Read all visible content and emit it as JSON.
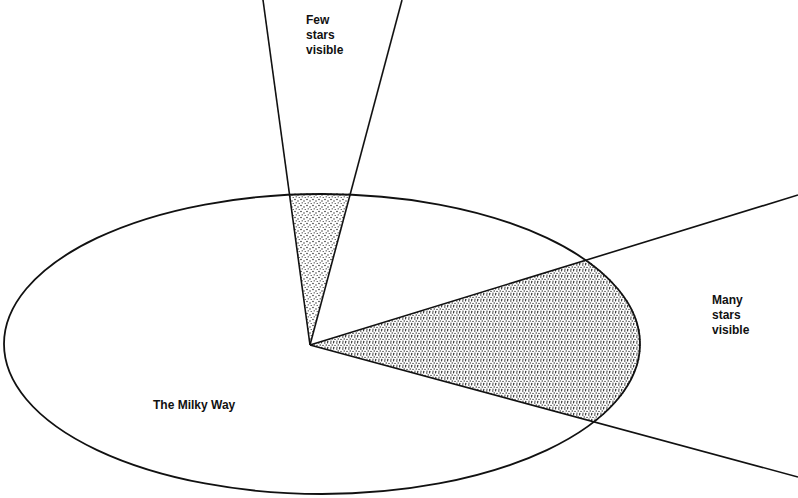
{
  "diagram": {
    "nodes": [
      {
        "text": [
          "The Milky Way"
        ]
      }
    ],
    "labels": [
      "Few stars visible",
      "Many stars visible"
    ]
  }
}
